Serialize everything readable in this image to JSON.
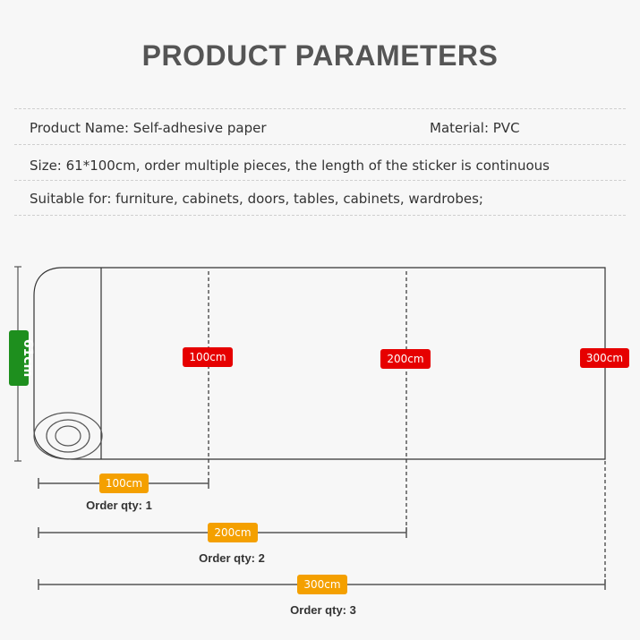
{
  "header": {
    "title": "PRODUCT PARAMETERS"
  },
  "params": {
    "product_name": "Product Name: Self-adhesive paper",
    "material": "Material: PVC",
    "size": "Size: 61*100cm, order multiple pieces, the length of the sticker is continuous",
    "suitable": "Suitable for: furniture, cabinets, doors, tables, cabinets, wardrobes;"
  },
  "diagram": {
    "height_label": "61cm",
    "length_marks": [
      "100cm",
      "200cm",
      "300cm"
    ],
    "dimensions": [
      {
        "length": "100cm",
        "order": "Order qty: 1"
      },
      {
        "length": "200cm",
        "order": "Order qty: 2"
      },
      {
        "length": "300cm",
        "order": "Order qty: 3"
      }
    ],
    "colors": {
      "mark_badge": "#e60000",
      "dimension_badge": "#f4a000",
      "height_badge": "#1e8f1e"
    }
  }
}
